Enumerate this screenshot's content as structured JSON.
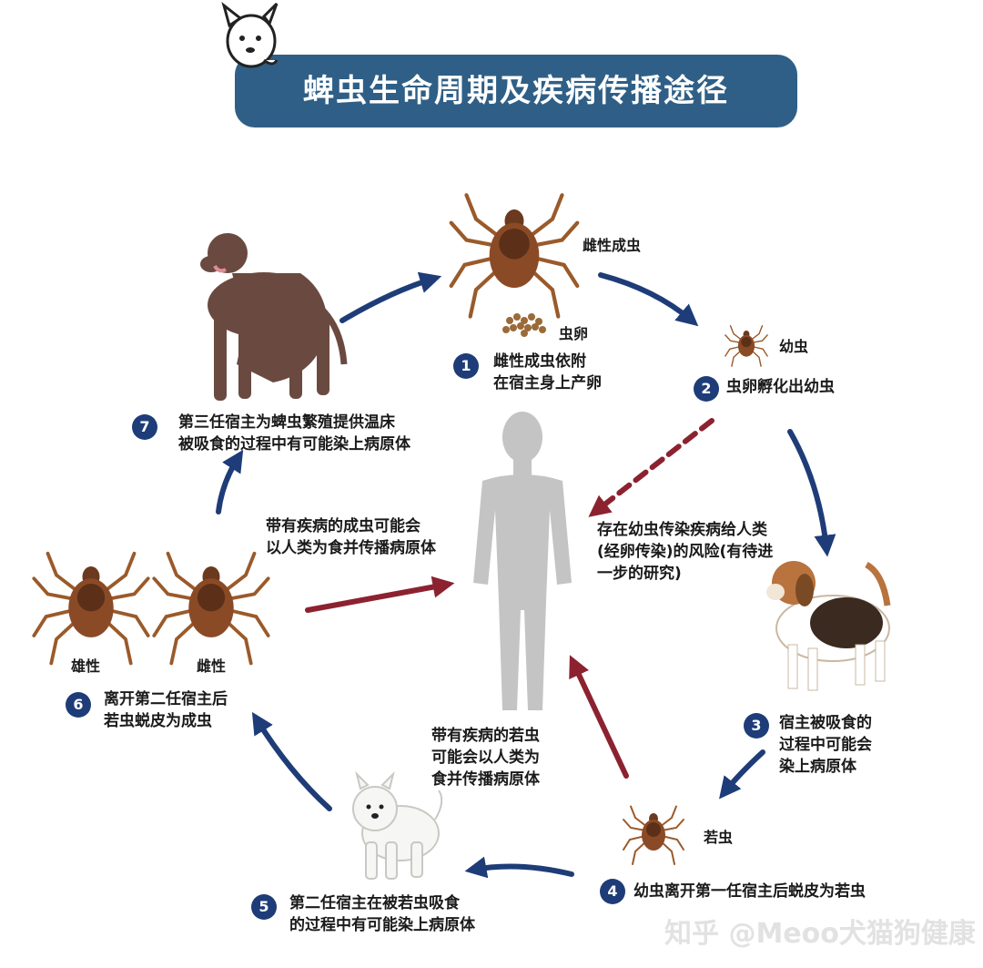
{
  "title": "蜱虫生命周期及疾病传播途径",
  "stages": {
    "s1": {
      "num": "1",
      "text": "雌性成虫依附\n在宿主身上产卵"
    },
    "s2": {
      "num": "2",
      "text": "虫卵孵化出幼虫"
    },
    "s3": {
      "num": "3",
      "text": "宿主被吸食的\n过程中可能会\n染上病原体"
    },
    "s4": {
      "num": "4",
      "text": "幼虫离开第一任宿主后蜕皮为若虫"
    },
    "s5": {
      "num": "5",
      "text": "第二任宿主在被若虫吸食\n的过程中有可能染上病原体"
    },
    "s6": {
      "num": "6",
      "text": "离开第二任宿主后\n若虫蜕皮为成虫"
    },
    "s7": {
      "num": "7",
      "text": "第三任宿主为蜱虫繁殖提供温床\n被吸食的过程中有可能染上病原体"
    }
  },
  "labels": {
    "female_adult": "雌性成虫",
    "eggs": "虫卵",
    "larva": "幼虫",
    "nymph": "若虫",
    "male": "雄性",
    "female": "雌性"
  },
  "notes": {
    "adult_to_human": "带有疾病的成虫可能会\n以人类为食并传播病原体",
    "larva_to_human": "存在幼虫传染疾病给人类\n(经卵传染)的风险(有待进\n一步的研究)",
    "nymph_to_human": "带有疾病的若虫\n可能会以人类为\n食并传播病原体"
  },
  "watermark": "知乎 @Meoo犬猫狗健康",
  "colors": {
    "banner": "#2f5f86",
    "cycle_arrow": "#1e3c78",
    "human_arrow": "#8c2230",
    "human": "#c4c4c4",
    "badge": "#1e3c78"
  },
  "icons": [
    "dog-mascot-icon",
    "tick-icon",
    "human-silhouette-icon",
    "dog-icon"
  ]
}
